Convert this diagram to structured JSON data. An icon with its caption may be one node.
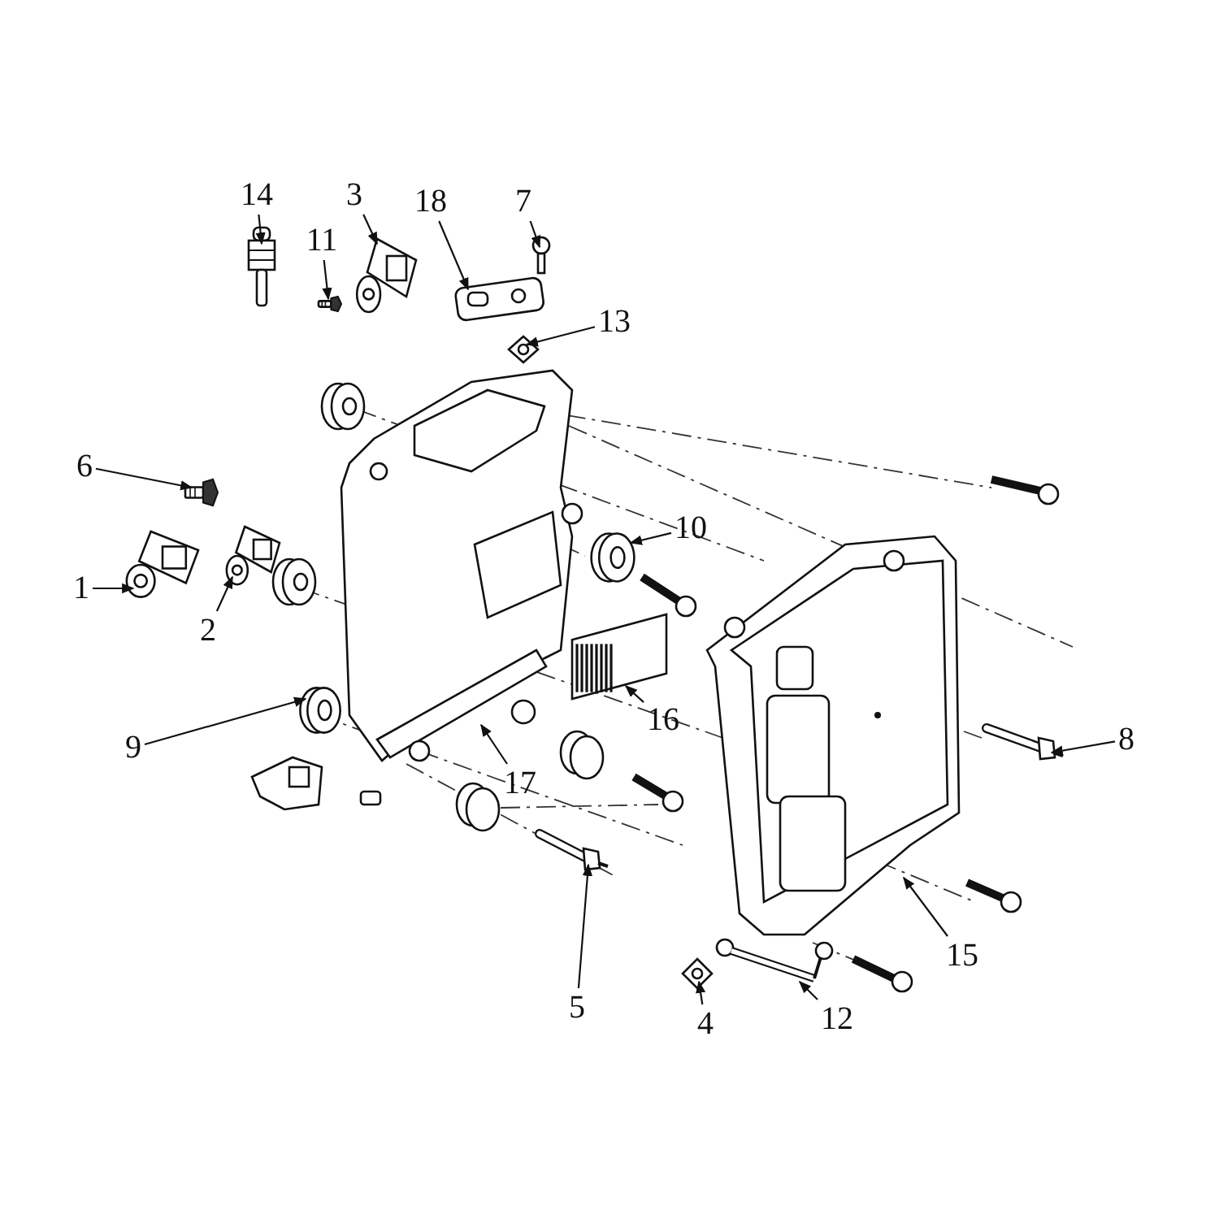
{
  "diagram": {
    "nodes": [
      {
        "text": [
          "14"
        ]
      },
      {
        "text": [
          "3"
        ]
      },
      {
        "text": [
          "18"
        ]
      },
      {
        "text": [
          "7"
        ]
      },
      {
        "text": [
          "11"
        ]
      },
      {
        "text": [
          "13"
        ]
      },
      {
        "text": [
          "6"
        ]
      },
      {
        "text": [
          "10"
        ]
      },
      {
        "text": [
          "1"
        ]
      },
      {
        "text": [
          "2"
        ]
      },
      {
        "text": [
          "16"
        ]
      },
      {
        "text": [
          "9"
        ]
      },
      {
        "text": [
          "8"
        ]
      },
      {
        "text": [
          "17"
        ]
      },
      {
        "text": [
          "15"
        ]
      },
      {
        "text": [
          "5"
        ]
      },
      {
        "text": [
          "4"
        ]
      },
      {
        "text": [
          "12"
        ]
      },
      {
        "text": [],
        "shape": "picture"
      },
      {
        "text": [],
        "shape": "picture"
      },
      {
        "text": [],
        "shape": "picture"
      },
      {
        "text": [],
        "shape": "picture"
      },
      {
        "text": [],
        "shape": "picture"
      },
      {
        "text": [],
        "shape": "picture"
      },
      {
        "text": [],
        "shape": "picture"
      },
      {
        "text": [],
        "shape": "picture"
      },
      {
        "text": [],
        "shape": "picture"
      },
      {
        "text": [],
        "shape": "picture"
      },
      {
        "text": [],
        "shape": "picture"
      },
      {
        "text": [],
        "shape": "picture"
      },
      {
        "text": [],
        "shape": "picture"
      },
      {
        "text": [],
        "shape": "picture"
      },
      {
        "text": [],
        "shape": "picture"
      },
      {
        "text": [],
        "shape": "picture"
      },
      {
        "text": [],
        "shape": "picture"
      },
      {
        "text": [],
        "shape": "picture"
      }
    ],
    "edges": [
      {
        "from": 0,
        "to": 18,
        "arrow": "to"
      },
      {
        "from": 1,
        "to": 19,
        "arrow": "to"
      },
      {
        "from": 2,
        "to": 20,
        "arrow": "to"
      },
      {
        "from": 3,
        "to": 21,
        "arrow": "to"
      },
      {
        "from": 4,
        "to": 22,
        "arrow": "to"
      },
      {
        "from": 5,
        "to": 23,
        "arrow": "to"
      },
      {
        "from": 6,
        "to": 24,
        "arrow": "to"
      },
      {
        "from": 7,
        "to": 25,
        "arrow": "to"
      },
      {
        "from": 8,
        "to": 26,
        "arrow": "to"
      },
      {
        "from": 9,
        "to": 27,
        "arrow": "to"
      },
      {
        "from": 10,
        "to": 28,
        "arrow": "to"
      },
      {
        "from": 11,
        "to": 29,
        "arrow": "to"
      },
      {
        "from": 12,
        "to": 30,
        "arrow": "to"
      },
      {
        "from": 13,
        "to": 31,
        "arrow": "to"
      },
      {
        "from": 14,
        "to": 32,
        "arrow": "to"
      },
      {
        "from": 15,
        "to": 33,
        "arrow": "to"
      },
      {
        "from": 16,
        "to": 34,
        "arrow": "to"
      },
      {
        "from": 17,
        "to": 35,
        "arrow": "to"
      }
    ]
  }
}
